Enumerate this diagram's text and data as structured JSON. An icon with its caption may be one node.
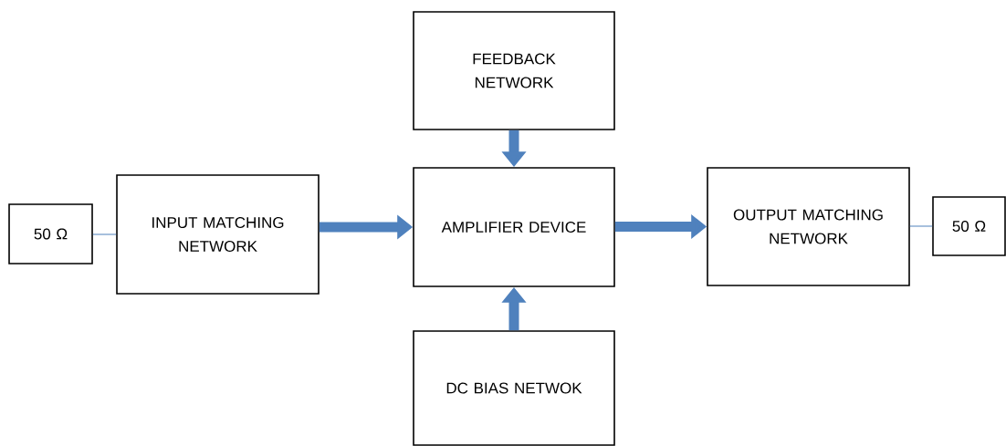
{
  "diagram": {
    "nodes": [
      {
        "text": [
          "50 Ω"
        ]
      },
      {
        "text": [
          "INPUT MATCHING NETWORK"
        ]
      },
      {
        "text": [
          "FEEDBACK NETWORK"
        ]
      },
      {
        "text": [
          "AMPLIFIER DEVICE"
        ]
      },
      {
        "text": [
          "OUTPUT MATCHING NETWORK"
        ]
      },
      {
        "text": [
          "50 Ω"
        ]
      },
      {
        "text": [
          "DC BIAS NETWOK"
        ]
      }
    ],
    "edges": [
      {
        "from": 0,
        "to": 1,
        "arrow": "none"
      },
      {
        "from": 1,
        "to": 3,
        "arrow": "to"
      },
      {
        "from": 2,
        "to": 3,
        "arrow": "to"
      },
      {
        "from": 3,
        "to": 4,
        "arrow": "to"
      },
      {
        "from": 6,
        "to": 3,
        "arrow": "to"
      },
      {
        "from": 4,
        "to": 5,
        "arrow": "none"
      }
    ]
  }
}
